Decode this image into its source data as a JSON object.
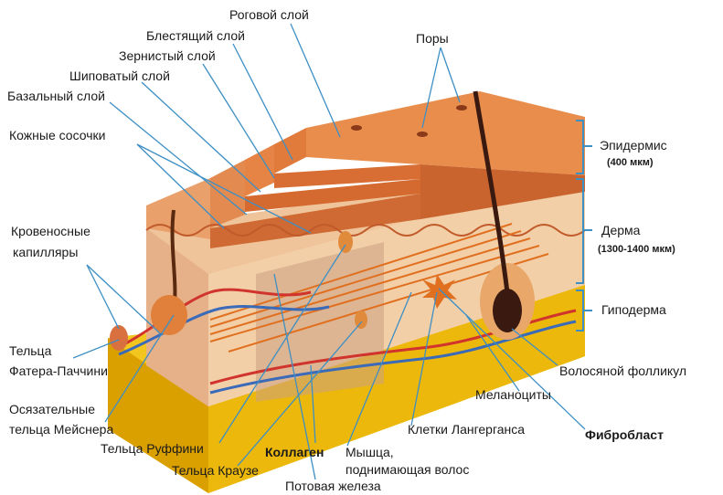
{
  "labels": {
    "stratum_corneum": "Роговой слой",
    "stratum_lucidum": "Блестящий слой",
    "stratum_granulosum": "Зернистый слой",
    "stratum_spinosum": "Шиповатый слой",
    "stratum_basale": "Базальный слой",
    "dermal_papillae": "Кожные сосочки",
    "capillaries_line1": "Кровеносные",
    "capillaries_line2": "капилляры",
    "pacinian_line1": "Тельца",
    "pacinian_line2": "Фатера-Паччини",
    "meissner_line1": "Осязательные",
    "meissner_line2": "тельца Мейснера",
    "ruffini": "Тельца Руффини",
    "krause": "Тельца Краузе",
    "collagen": "Коллаген",
    "sweat_gland": "Потовая железа",
    "muscle_line1": "Мышца,",
    "muscle_line2": "поднимающая волос",
    "langerhans": "Клетки Лангерганса",
    "fibroblast": "Фибробласт",
    "melanocytes": "Меланоциты",
    "hair_follicle": "Волосяной фолликул",
    "pores": "Поры",
    "epidermis": "Эпидермис",
    "epidermis_thickness": "(400 мкм)",
    "dermis": "Дерма",
    "dermis_thickness": "(1300-1400 мкм)",
    "hypodermis": "Гиподерма"
  },
  "colors": {
    "epidermis_top": "#e88a4a",
    "epidermis_side": "#d9703a",
    "dermis": "#f0c49a",
    "hypodermis": "#f2c61e",
    "hypodermis_side": "#e0a800",
    "leader_lines": "#3d8fc4",
    "bracket": "#3d8fc4",
    "collagen": "#e07020",
    "vessel_red": "#d0342c",
    "vessel_blue": "#3a6ab8",
    "hair": "#3a1a10"
  }
}
